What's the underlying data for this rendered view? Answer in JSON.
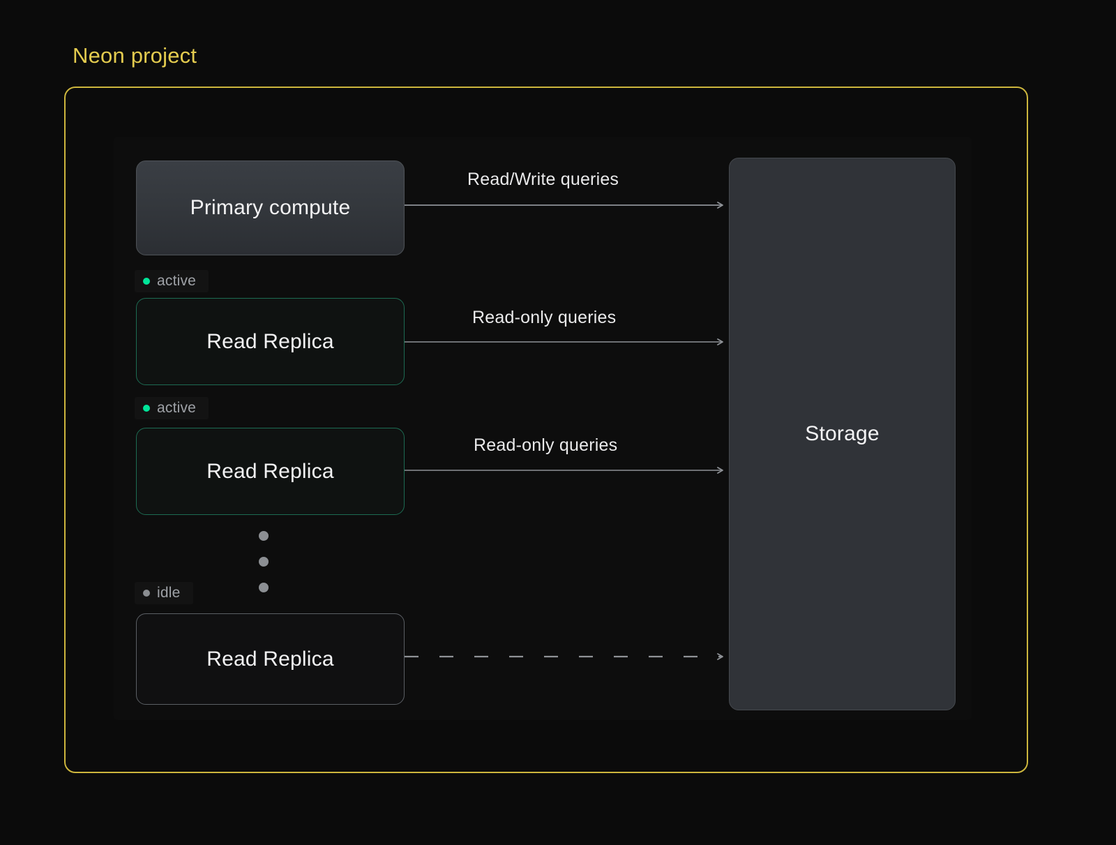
{
  "diagram": {
    "title": "Neon project",
    "title_color": "#e3cb4f",
    "frame_border_color": "#cdb63d",
    "background_color": "#0b0b0b"
  },
  "nodes": {
    "primary": {
      "label": "Primary compute",
      "name": "primary-compute"
    },
    "replicas": [
      {
        "label": "Read Replica",
        "status": "active",
        "status_color": "#00e599"
      },
      {
        "label": "Read Replica",
        "status": "active",
        "status_color": "#00e599"
      },
      {
        "label": "Read Replica",
        "status": "idle",
        "status_color": "#8a8d91"
      }
    ],
    "storage": {
      "label": "Storage"
    }
  },
  "edges": [
    {
      "label": "Read/Write queries",
      "style": "solid",
      "from": "primary-compute",
      "to": "storage"
    },
    {
      "label": "Read-only queries",
      "style": "solid",
      "from": "read-replica-1",
      "to": "storage"
    },
    {
      "label": "Read-only queries",
      "style": "solid",
      "from": "read-replica-2",
      "to": "storage"
    },
    {
      "label": "",
      "style": "dashed",
      "from": "read-replica-3",
      "to": "storage"
    }
  ],
  "ellipsis": {
    "dots": 3,
    "meaning": "more-replicas"
  }
}
